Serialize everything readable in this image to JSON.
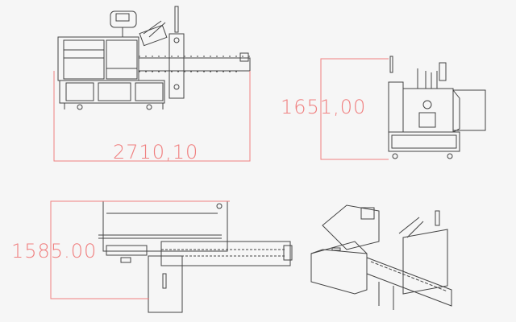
{
  "diagram": {
    "views": [
      {
        "name": "front-view",
        "dimension_label": "2710,10",
        "dimension_axis": "width"
      },
      {
        "name": "side-view",
        "dimension_label": "1651,00",
        "dimension_axis": "height"
      },
      {
        "name": "top-view",
        "dimension_label": "1585.00",
        "dimension_axis": "depth"
      },
      {
        "name": "isometric-view",
        "dimension_label": null
      }
    ],
    "colors": {
      "dimension": "#f08080",
      "line": "#444444",
      "background": "#f6f6f6"
    }
  }
}
